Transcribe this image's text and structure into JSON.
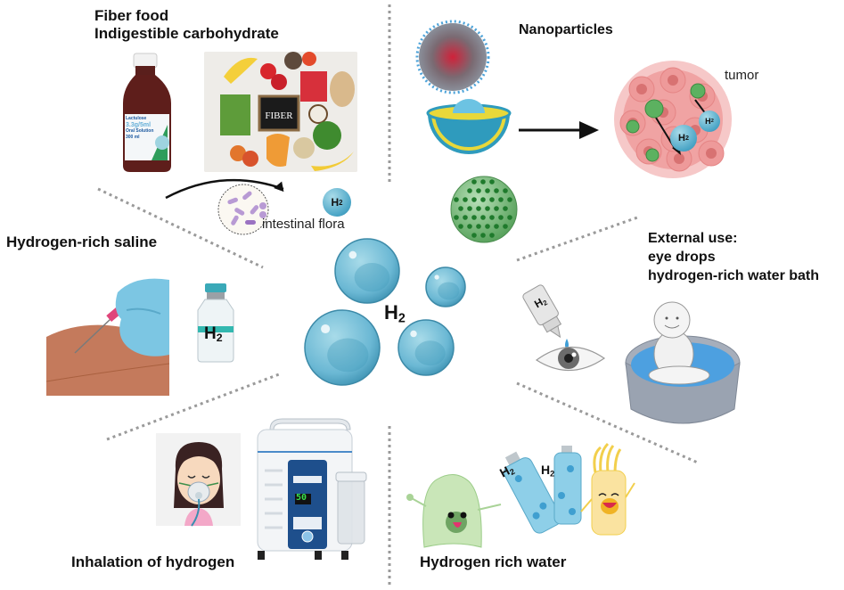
{
  "figure": {
    "center": {
      "label": "H",
      "subscript": "2"
    },
    "sections": {
      "fiber": {
        "title_line1": "Fiber food",
        "title_line2": "Indigestible carbohydrate",
        "bottle_label": {
          "brand": "Lactulose",
          "dose": "3.3g/5ml",
          "form": "Oral Solution",
          "volume": "300 ml"
        },
        "board_text": "FIBER",
        "flora_label": "intestinal flora",
        "product": {
          "label": "H",
          "subscript": "2"
        }
      },
      "nanoparticles": {
        "title": "Nanoparticles",
        "tumor_label": "tumor",
        "bubble_large": {
          "label": "H",
          "subscript": "2"
        },
        "bubble_small": {
          "label": "H",
          "subscript": "2"
        }
      },
      "saline": {
        "title": "Hydrogen-rich saline",
        "vial": {
          "label": "H",
          "subscript": "2"
        }
      },
      "external": {
        "title_line1": "External use:",
        "title_line2": "eye drops",
        "title_line3": "hydrogen-rich water bath",
        "dropper": {
          "label": "H",
          "subscript": "2"
        }
      },
      "inhalation": {
        "title": "Inhalation of hydrogen",
        "display_value": "50"
      },
      "water": {
        "title": "Hydrogen rich water",
        "bottle1": {
          "label": "H",
          "subscript": "2"
        },
        "bottle2": {
          "label": "H",
          "subscript": "2"
        }
      }
    },
    "colors": {
      "bubble": "#6bb8d4",
      "bubble_dark": "#3f93b3",
      "divider": "#9a9a9a",
      "tumor": "#f0a3a3",
      "nano_green": "#5fae6a",
      "text": "#111111"
    }
  }
}
